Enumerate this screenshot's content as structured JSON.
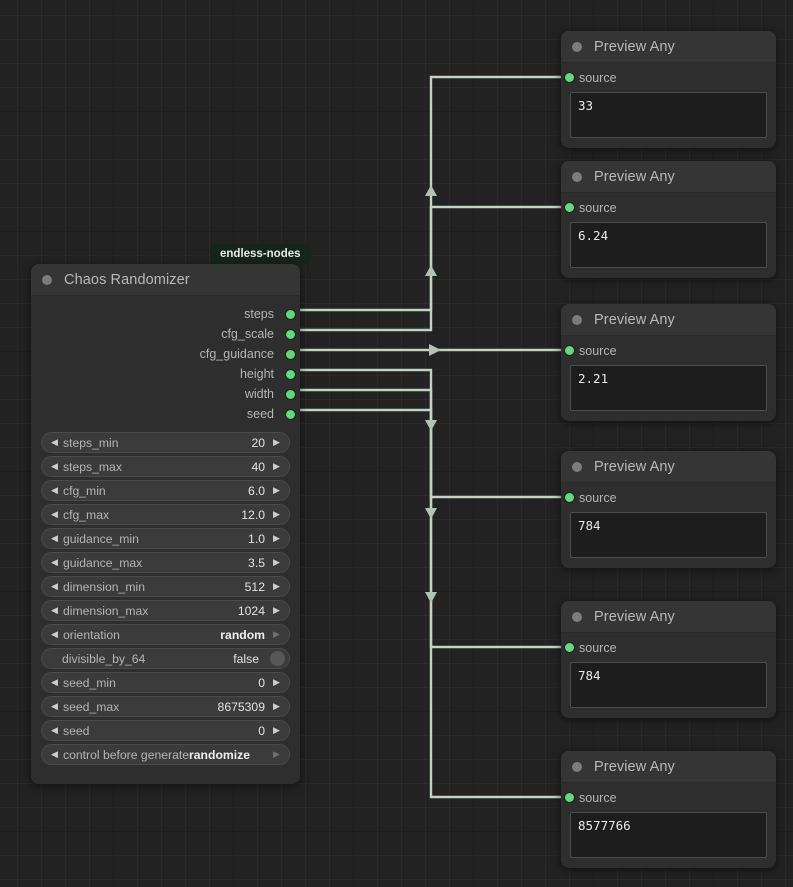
{
  "canvas": {
    "background_color": "#222222",
    "grid_minor": "24px",
    "grid_major": "120px"
  },
  "badge": {
    "label": "endless-nodes",
    "background_color": "#16251b",
    "text_color": "#e8e8e8"
  },
  "randomizer_node": {
    "title": "Chaos Randomizer",
    "header_color": "#353535",
    "body_color": "#2e2e2e",
    "slot_color": "#62d97e",
    "outputs": [
      {
        "label": "steps"
      },
      {
        "label": "cfg_scale"
      },
      {
        "label": "cfg_guidance"
      },
      {
        "label": "height"
      },
      {
        "label": "width"
      },
      {
        "label": "seed"
      }
    ],
    "widgets": [
      {
        "name": "steps_min",
        "value": "20",
        "type": "number",
        "left_arrow": "◀",
        "right_arrow": "▶"
      },
      {
        "name": "steps_max",
        "value": "40",
        "type": "number",
        "left_arrow": "◀",
        "right_arrow": "▶"
      },
      {
        "name": "cfg_min",
        "value": "6.0",
        "type": "number",
        "left_arrow": "◀",
        "right_arrow": "▶"
      },
      {
        "name": "cfg_max",
        "value": "12.0",
        "type": "number",
        "left_arrow": "◀",
        "right_arrow": "▶"
      },
      {
        "name": "guidance_min",
        "value": "1.0",
        "type": "number",
        "left_arrow": "◀",
        "right_arrow": "▶"
      },
      {
        "name": "guidance_max",
        "value": "3.5",
        "type": "number",
        "left_arrow": "◀",
        "right_arrow": "▶"
      },
      {
        "name": "dimension_min",
        "value": "512",
        "type": "number",
        "left_arrow": "◀",
        "right_arrow": "▶"
      },
      {
        "name": "dimension_max",
        "value": "1024",
        "type": "number",
        "left_arrow": "◀",
        "right_arrow": "▶"
      },
      {
        "name": "orientation",
        "value": "random",
        "type": "combo",
        "left_arrow": "◀",
        "right_arrow": "▶"
      },
      {
        "name": "divisible_by_64",
        "value": "false",
        "type": "toggle"
      },
      {
        "name": "seed_min",
        "value": "0",
        "type": "number",
        "left_arrow": "◀",
        "right_arrow": "▶"
      },
      {
        "name": "seed_max",
        "value": "8675309",
        "type": "number",
        "left_arrow": "◀",
        "right_arrow": "▶"
      },
      {
        "name": "seed",
        "value": "0",
        "type": "number",
        "left_arrow": "◀",
        "right_arrow": "▶"
      },
      {
        "name": "control before generate",
        "value": "randomize",
        "type": "combo",
        "left_arrow": "◀",
        "right_arrow": "▶"
      }
    ]
  },
  "preview_nodes": [
    {
      "title": "Preview Any",
      "input_label": "source",
      "value": "33"
    },
    {
      "title": "Preview Any",
      "input_label": "source",
      "value": "6.24"
    },
    {
      "title": "Preview Any",
      "input_label": "source",
      "value": "2.21"
    },
    {
      "title": "Preview Any",
      "input_label": "source",
      "value": "784"
    },
    {
      "title": "Preview Any",
      "input_label": "source",
      "value": "784"
    },
    {
      "title": "Preview Any",
      "input_label": "source",
      "value": "8577766"
    }
  ],
  "links": {
    "color": "#c3d3c3",
    "count": 6,
    "routing": "orthogonal"
  }
}
